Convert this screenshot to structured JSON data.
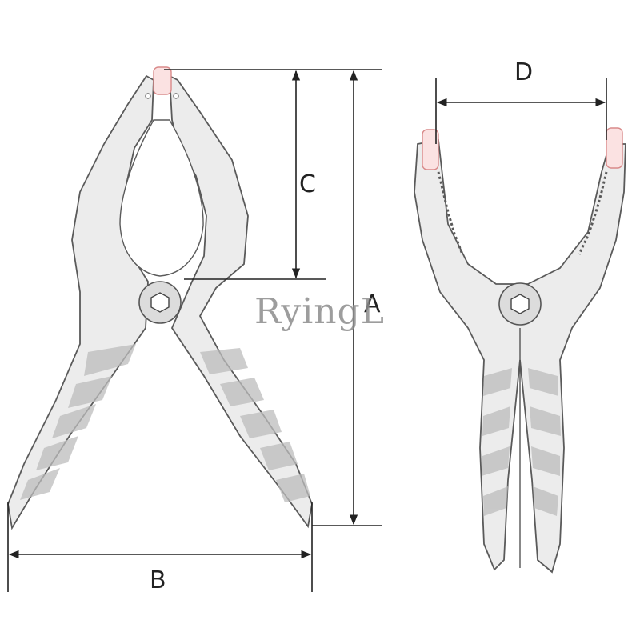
{
  "dimensions": {
    "a": "A",
    "b": "B",
    "c": "C",
    "d": "D"
  },
  "watermark": "RyingL",
  "colors": {
    "line": "#222222",
    "outline": "#5a5a5a",
    "tip_pad": "#fbe2e2",
    "tip_outline": "#d98a8a",
    "body": "#ececec",
    "grip": "#bdbdbd"
  }
}
